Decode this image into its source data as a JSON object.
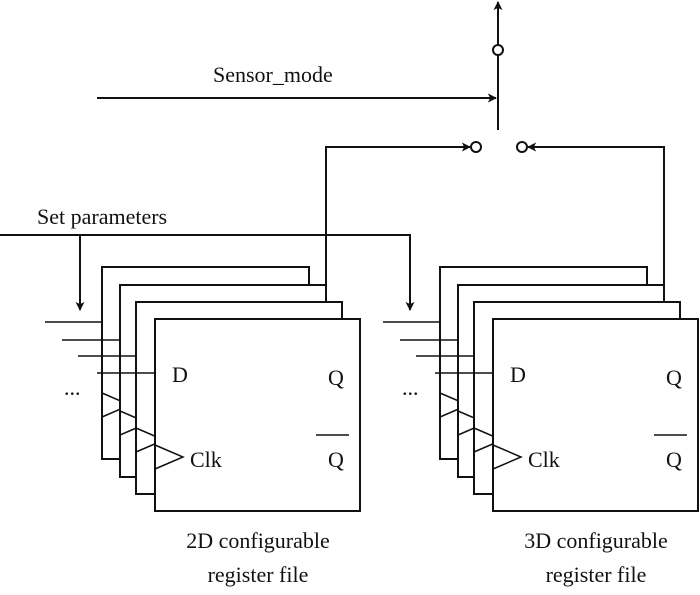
{
  "labels": {
    "sensor_mode": "Sensor_mode",
    "set_parameters": "Set parameters"
  },
  "register_files": [
    {
      "line1": "2D configurable",
      "line2": "register file",
      "d": "D",
      "q": "Q",
      "qbar": "Q",
      "clk": "Clk",
      "ellipsis": "..."
    },
    {
      "line1": "3D configurable",
      "line2": "register file",
      "d": "D",
      "q": "Q",
      "qbar": "Q",
      "clk": "Clk",
      "ellipsis": "..."
    }
  ]
}
